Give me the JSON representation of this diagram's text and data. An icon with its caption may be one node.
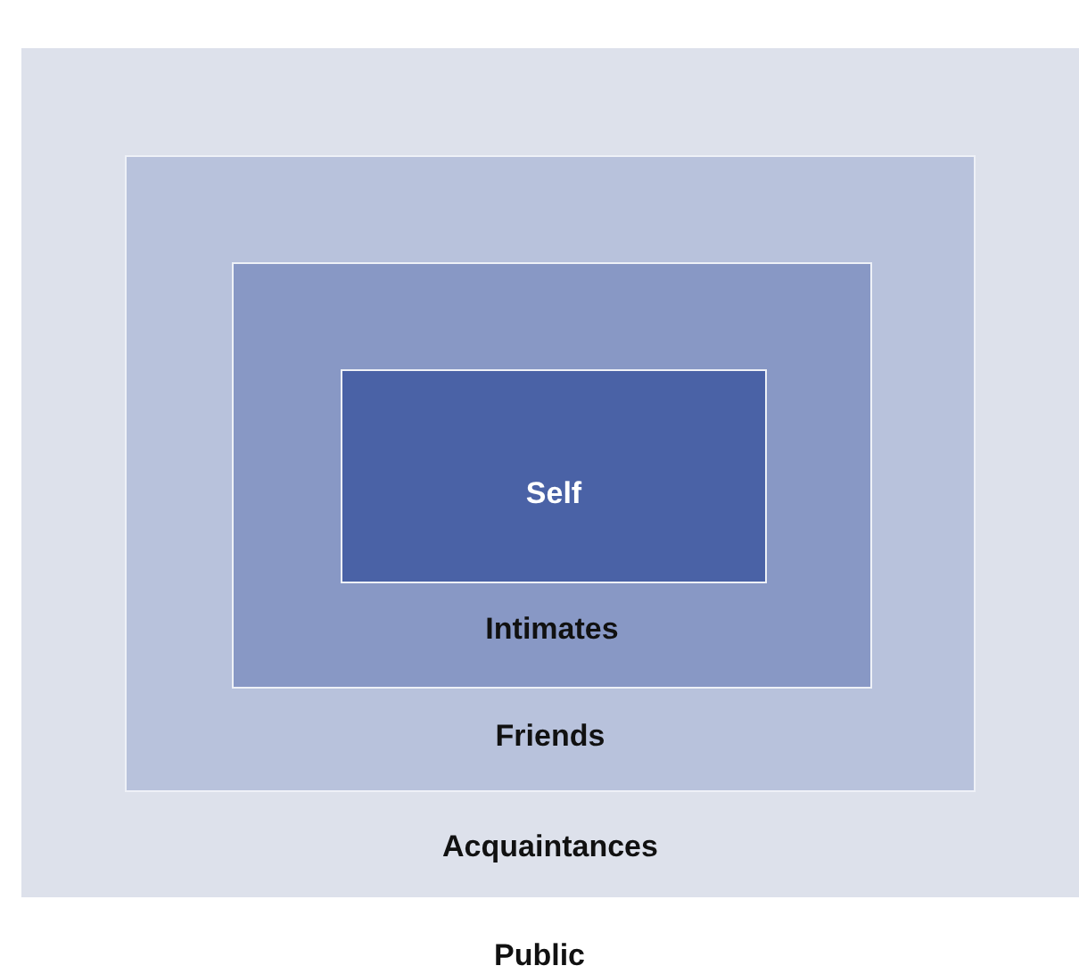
{
  "diagram": {
    "nodes": [
      {
        "text": [
          "Public"
        ]
      },
      {
        "text": [
          "Acquaintances"
        ],
        "in": 0
      },
      {
        "text": [
          "Friends"
        ],
        "in": 1
      },
      {
        "text": [
          "Intimates"
        ],
        "in": 2
      },
      {
        "text": [
          "Self"
        ],
        "in": 3
      }
    ]
  }
}
